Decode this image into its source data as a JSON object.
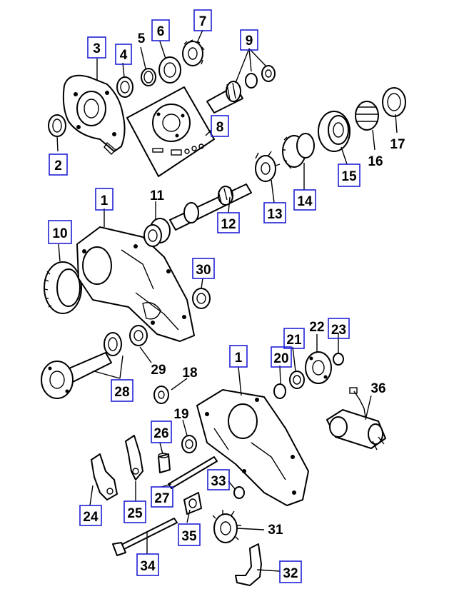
{
  "callouts": [
    {
      "id": "c2",
      "text": "2",
      "boxed": true
    },
    {
      "id": "c3",
      "text": "3",
      "boxed": true
    },
    {
      "id": "c4",
      "text": "4",
      "boxed": true
    },
    {
      "id": "c5",
      "text": "5",
      "boxed": true
    },
    {
      "id": "c6",
      "text": "6",
      "boxed": true
    },
    {
      "id": "c7",
      "text": "7",
      "boxed": true
    },
    {
      "id": "c8",
      "text": "8",
      "boxed": true
    },
    {
      "id": "c9",
      "text": "9",
      "boxed": true
    },
    {
      "id": "c10",
      "text": "10",
      "boxed": true
    },
    {
      "id": "c1a",
      "text": "1",
      "boxed": true
    },
    {
      "id": "c11",
      "text": "11",
      "boxed": false
    },
    {
      "id": "c12",
      "text": "12",
      "boxed": true
    },
    {
      "id": "c13",
      "text": "13",
      "boxed": true
    },
    {
      "id": "c14",
      "text": "14",
      "boxed": true
    },
    {
      "id": "c15",
      "text": "15",
      "boxed": true
    },
    {
      "id": "c16",
      "text": "16",
      "boxed": false
    },
    {
      "id": "c17",
      "text": "17",
      "boxed": false
    },
    {
      "id": "c30",
      "text": "30",
      "boxed": true
    },
    {
      "id": "c29",
      "text": "29",
      "boxed": false
    },
    {
      "id": "c28",
      "text": "28",
      "boxed": true
    },
    {
      "id": "c1b",
      "text": "1",
      "boxed": true
    },
    {
      "id": "c20",
      "text": "20",
      "boxed": true
    },
    {
      "id": "c21",
      "text": "21",
      "boxed": true
    },
    {
      "id": "c22",
      "text": "22",
      "boxed": false
    },
    {
      "id": "c23",
      "text": "23",
      "boxed": true
    },
    {
      "id": "c18",
      "text": "18",
      "boxed": false
    },
    {
      "id": "c36",
      "text": "36",
      "boxed": false
    },
    {
      "id": "c26",
      "text": "26",
      "boxed": true
    },
    {
      "id": "c19",
      "text": "19",
      "boxed": false
    },
    {
      "id": "c24",
      "text": "24",
      "boxed": true
    },
    {
      "id": "c25",
      "text": "25",
      "boxed": true
    },
    {
      "id": "c27",
      "text": "27",
      "boxed": true
    },
    {
      "id": "c33",
      "text": "33",
      "boxed": true
    },
    {
      "id": "c35",
      "text": "35",
      "boxed": true
    },
    {
      "id": "c31",
      "text": "31",
      "boxed": false
    },
    {
      "id": "c34",
      "text": "34",
      "boxed": true
    },
    {
      "id": "c32",
      "text": "32",
      "boxed": true
    }
  ],
  "colors": {
    "callout_box": "#1f1fd6",
    "line": "#000000",
    "background": "#ffffff"
  }
}
